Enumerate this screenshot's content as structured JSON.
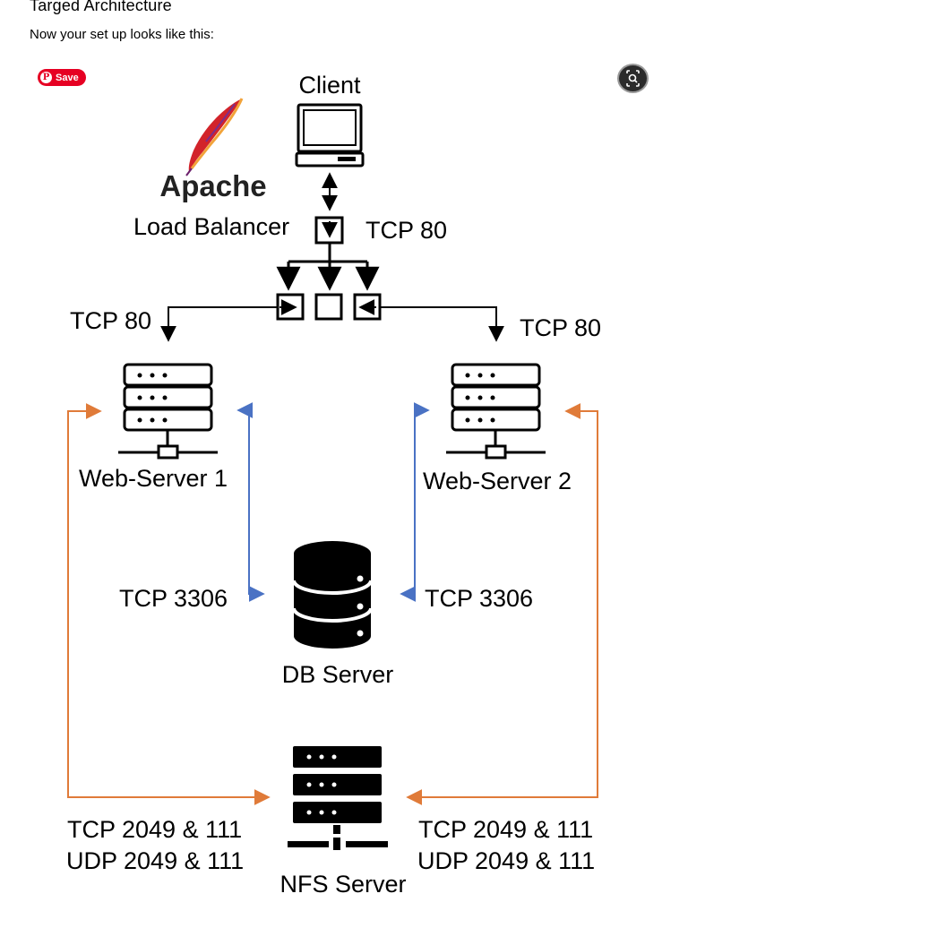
{
  "page": {
    "heading": "Targed Architecture",
    "subtext": "Now your set up looks like this:"
  },
  "widgets": {
    "save_label": "Save",
    "save_icon": "pinterest-icon",
    "lens_icon": "visual-search-icon"
  },
  "diagram": {
    "apache_logo_text": "Apache",
    "client_label": "Client",
    "load_balancer_label": "Load Balancer",
    "lb_port_label": "TCP 80",
    "web1_port_label": "TCP 80",
    "web2_port_label": "TCP 80",
    "web1_label": "Web-Server 1",
    "web2_label": "Web-Server 2",
    "db_label": "DB Server",
    "db_port_left": "TCP 3306",
    "db_port_right": "TCP 3306",
    "nfs_label": "NFS Server",
    "nfs_left_line1": "TCP 2049 & 111",
    "nfs_left_line2": "UDP 2049 & 111",
    "nfs_right_line1": "TCP 2049 & 111",
    "nfs_right_line2": "UDP 2049 & 111",
    "colors": {
      "http_lines": "#000000",
      "mysql_lines": "#4a72c4",
      "nfs_lines": "#e07b39"
    }
  }
}
